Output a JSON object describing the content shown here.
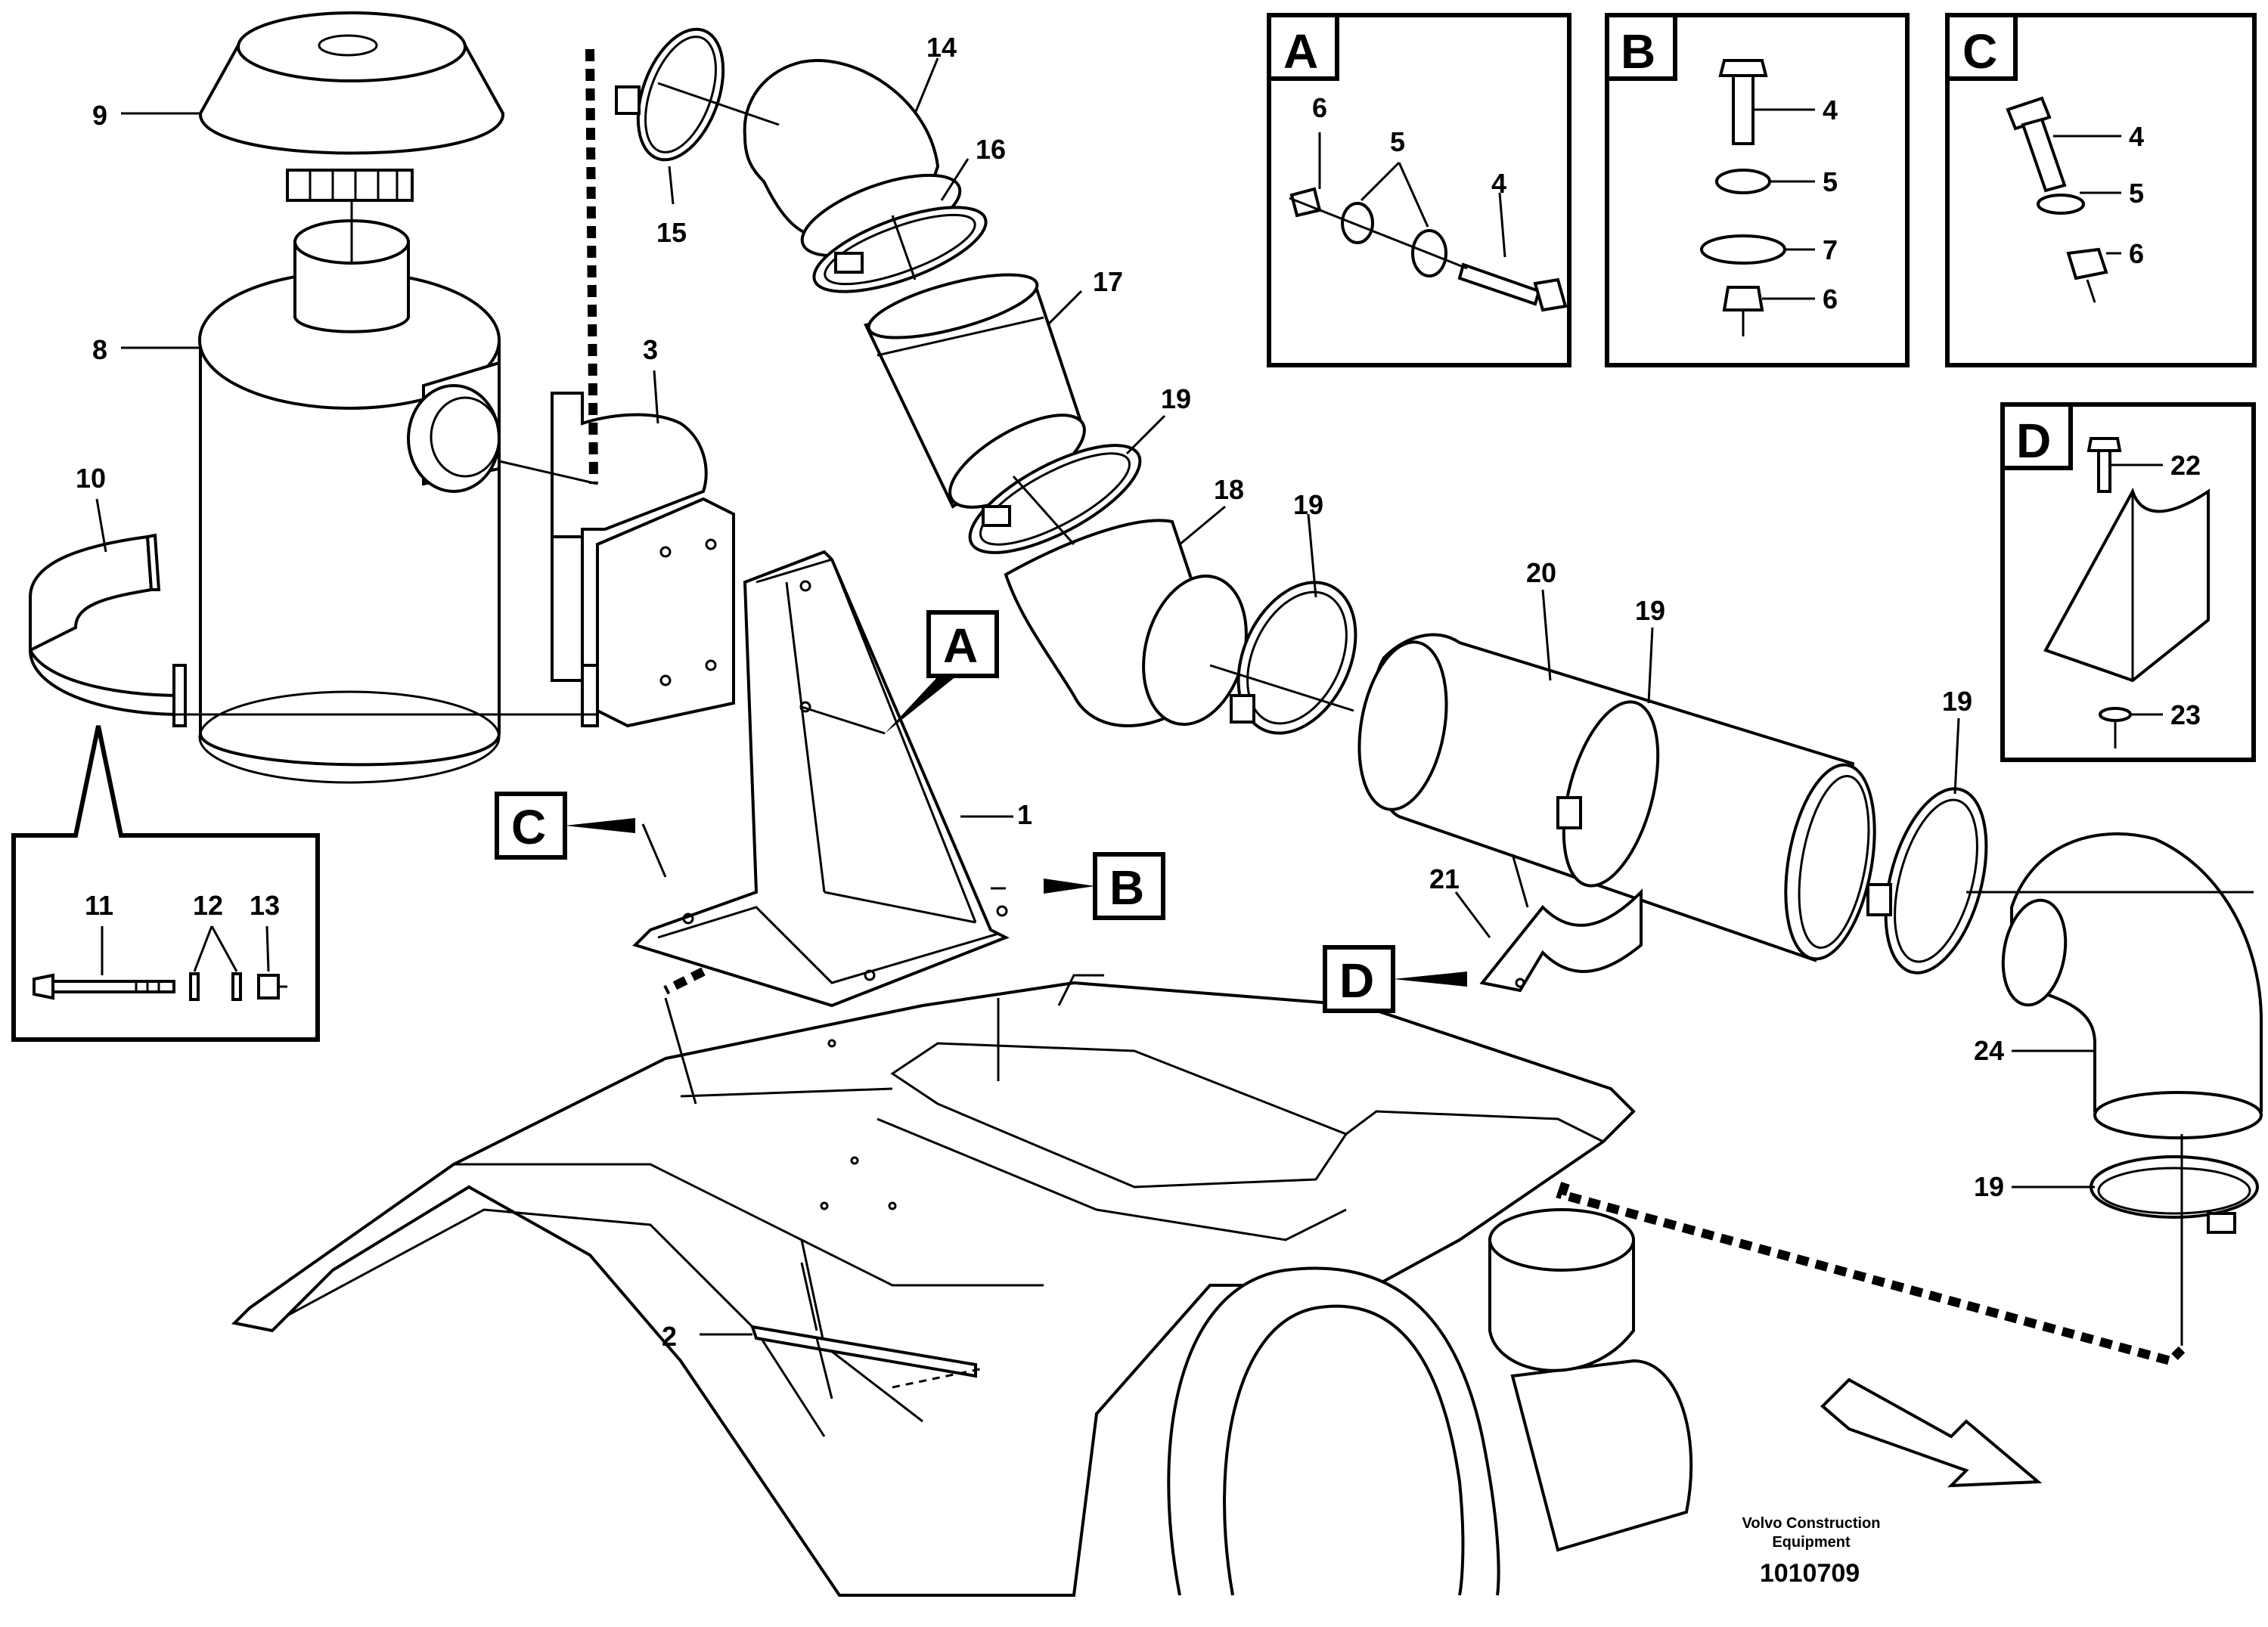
{
  "callouts": {
    "c1": "1",
    "c2": "2",
    "c3": "3",
    "c8": "8",
    "c9": "9",
    "c10": "10",
    "c11": "11",
    "c12": "12",
    "c13": "13",
    "c14": "14",
    "c15": "15",
    "c16": "16",
    "c17": "17",
    "c18": "18",
    "c19a": "19",
    "c19b": "19",
    "c19c": "19",
    "c19d": "19",
    "c19e": "19",
    "c20": "20",
    "c21": "21",
    "c24": "24"
  },
  "detail_A": {
    "letter": "A",
    "labels": [
      "6",
      "5",
      "4"
    ]
  },
  "detail_B": {
    "letter": "B",
    "labels": [
      "4",
      "5",
      "7",
      "6"
    ]
  },
  "detail_C": {
    "letter": "C",
    "labels": [
      "4",
      "5",
      "6"
    ]
  },
  "detail_D": {
    "letter": "D",
    "labels": [
      "22",
      "23"
    ]
  },
  "pointers": {
    "A": "A",
    "B": "B",
    "C": "C",
    "D": "D"
  },
  "credit": {
    "line1": "Volvo Construction",
    "line2": "Equipment",
    "doc_number": "1010709"
  }
}
